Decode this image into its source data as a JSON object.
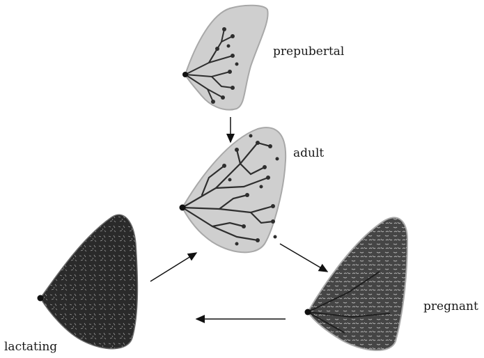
{
  "stages": {
    "prepubertal": "prepubertal",
    "adult": "adult",
    "pregnant": "pregnant",
    "lactating": "lactating"
  },
  "colors": {
    "gland_fill": "#cfcfcf",
    "gland_outline": "#a8a8a8",
    "duct": "#2e2e2e",
    "dense_fill": "#3c3c3c",
    "lactating_fill": "#2a2a2a",
    "arrow": "#111111"
  }
}
